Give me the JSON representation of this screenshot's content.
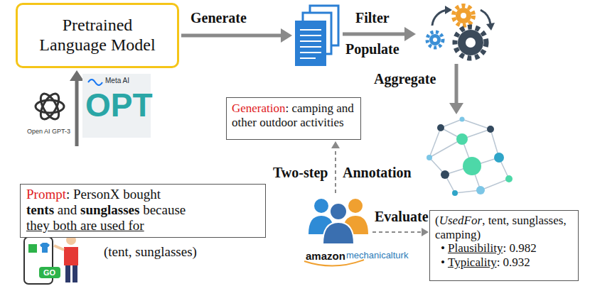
{
  "diagram": {
    "nodes": [
      {
        "text": [
          "Pretrained Language Model"
        ]
      },
      {
        "text": [
          "Generation",
          ": camping and other outdoor activities"
        ]
      },
      {
        "text": [
          "Prompt",
          ": PersonX bought",
          "tents",
          "and",
          "sunglasses",
          "because",
          "they both are used for"
        ]
      },
      {
        "text": [
          "(",
          "UsedFor",
          ", tent, sunglasses, camping)",
          "•",
          "Plausibility",
          ": 0.982",
          "•",
          "Typicality",
          ": 0.932"
        ]
      }
    ],
    "labels": [
      "Generate",
      "Filter",
      "Populate",
      "Aggregate",
      "Two-step",
      "Annotation",
      "Evaluate",
      "(tent, sunglasses)",
      "Open AI GPT-3",
      "Meta AI",
      "OPT",
      "amazon",
      "mechanicalturk",
      "GO"
    ]
  }
}
